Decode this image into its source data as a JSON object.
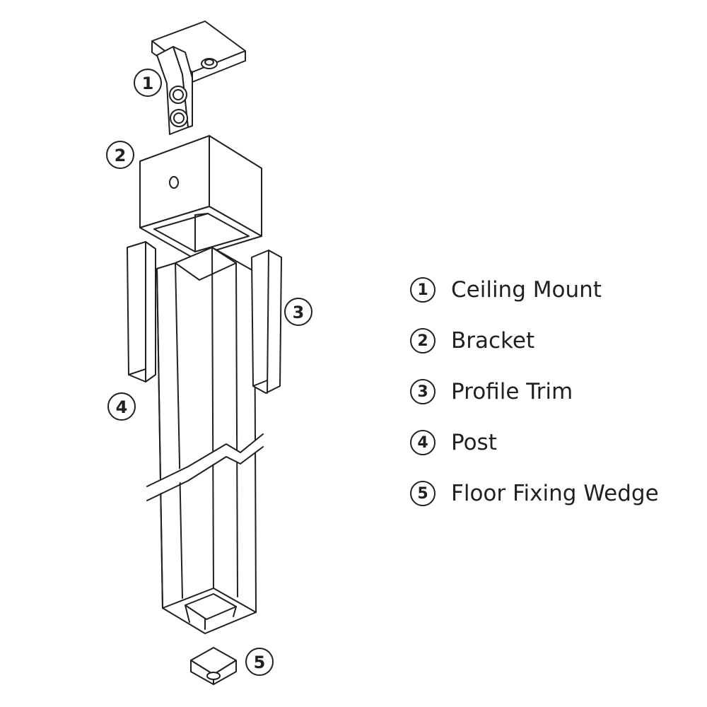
{
  "callouts": [
    "1",
    "2",
    "3",
    "4",
    "5"
  ],
  "legend": [
    {
      "num": "1",
      "label": "Ceiling Mount"
    },
    {
      "num": "2",
      "label": "Bracket"
    },
    {
      "num": "3",
      "label": "Profile Trim"
    },
    {
      "num": "4",
      "label": "Post"
    },
    {
      "num": "5",
      "label": "Floor Fixing Wedge"
    }
  ],
  "colors": {
    "line": "#231f20",
    "background": "#ffffff"
  }
}
